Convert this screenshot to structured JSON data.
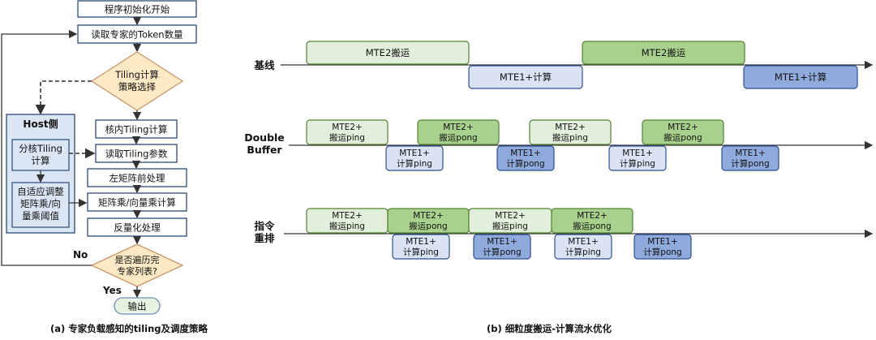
{
  "left": {
    "start": "程序初始化开始",
    "read_tokens": "读取专家的Token数量",
    "tiling_decision": [
      "Tiling计算",
      "策略选择"
    ],
    "host_title": "Host侧",
    "host_split": [
      "分核Tiling",
      "计算"
    ],
    "host_adapt": [
      "自适应调整",
      "矩阵乘/向",
      "量乘阈值"
    ],
    "kernel_tiling": "核内Tiling计算",
    "read_tiling_params": "读取Tiling参数",
    "left_matrix_pre": "左矩阵前处理",
    "matmul": "矩阵乘/向量乘计算",
    "dequant": "反量化处理",
    "loop_decision": [
      "是否遍历完",
      "专家列表?"
    ],
    "no_label": "No",
    "yes_label": "Yes",
    "output": "输出",
    "caption": "(a)  专家负载感知的tiling及调度策略"
  },
  "right": {
    "rows": {
      "baseline": [
        "基线"
      ],
      "double_buffer": [
        "Double",
        "Buffer"
      ],
      "reorder": [
        "指令",
        "重排"
      ]
    },
    "baseline_blocks": {
      "mte2": "MTE2搬运",
      "mte1": "MTE1+计算"
    },
    "db_blocks": {
      "mte2_ping": [
        "MTE2+",
        "搬运ping"
      ],
      "mte2_pong": [
        "MTE2+",
        "搬运pong"
      ],
      "mte1_ping": [
        "MTE1+",
        "计算ping"
      ],
      "mte1_pong": [
        "MTE1+",
        "计算pong"
      ]
    },
    "caption": "(b)  细粒度搬运-计算流水优化"
  },
  "colors": {
    "line": "#333333",
    "box_border": "#2b4a7a",
    "host_bg": "#dbe6f4",
    "diamond_fill": "#fde9c4",
    "diamond_border": "#c8956b",
    "output_fill": "#e6f3e0",
    "mte2_light": "#e2efda",
    "mte2_dark": "#a9d18e",
    "mte2_border": "#548235",
    "mte1_light": "#dae3f3",
    "mte1_dark": "#8faadc",
    "mte1_border": "#2f4f8f"
  }
}
